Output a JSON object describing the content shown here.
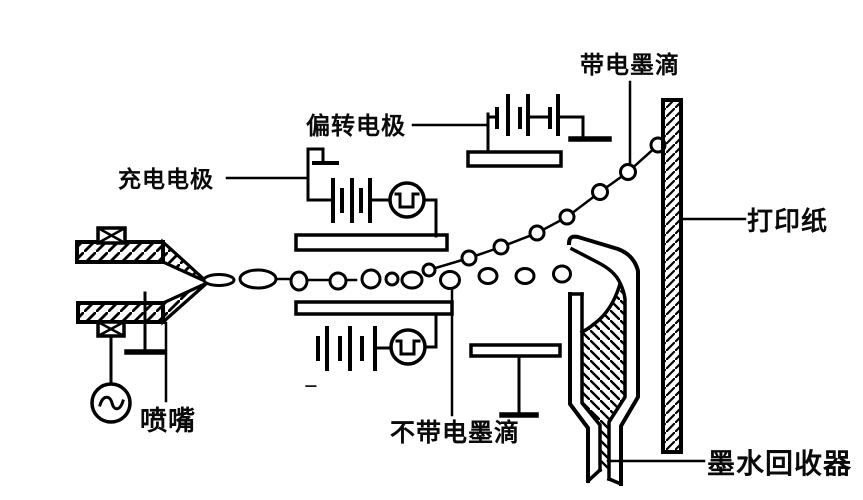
{
  "labels": {
    "charging_electrode": "充电电极",
    "deflection_electrode": "偏转电极",
    "charged_droplets": "带电墨滴",
    "paper": "打印纸",
    "nozzle": "喷嘴",
    "uncharged_droplets": "不带电墨滴",
    "ink_collector": "墨水回收器",
    "battery_negative": "−"
  },
  "icons": {
    "ac_source": "tilde-in-circle",
    "pulse_generator": "square-pulse-in-circle",
    "battery": "alternating-long-short-lines",
    "ground": "line-with-ground-bar",
    "piezo_transducer": "box-with-x",
    "hatched_surface": "diagonal-hatch"
  },
  "colors": {
    "line": "#000000",
    "background": "#ffffff"
  }
}
